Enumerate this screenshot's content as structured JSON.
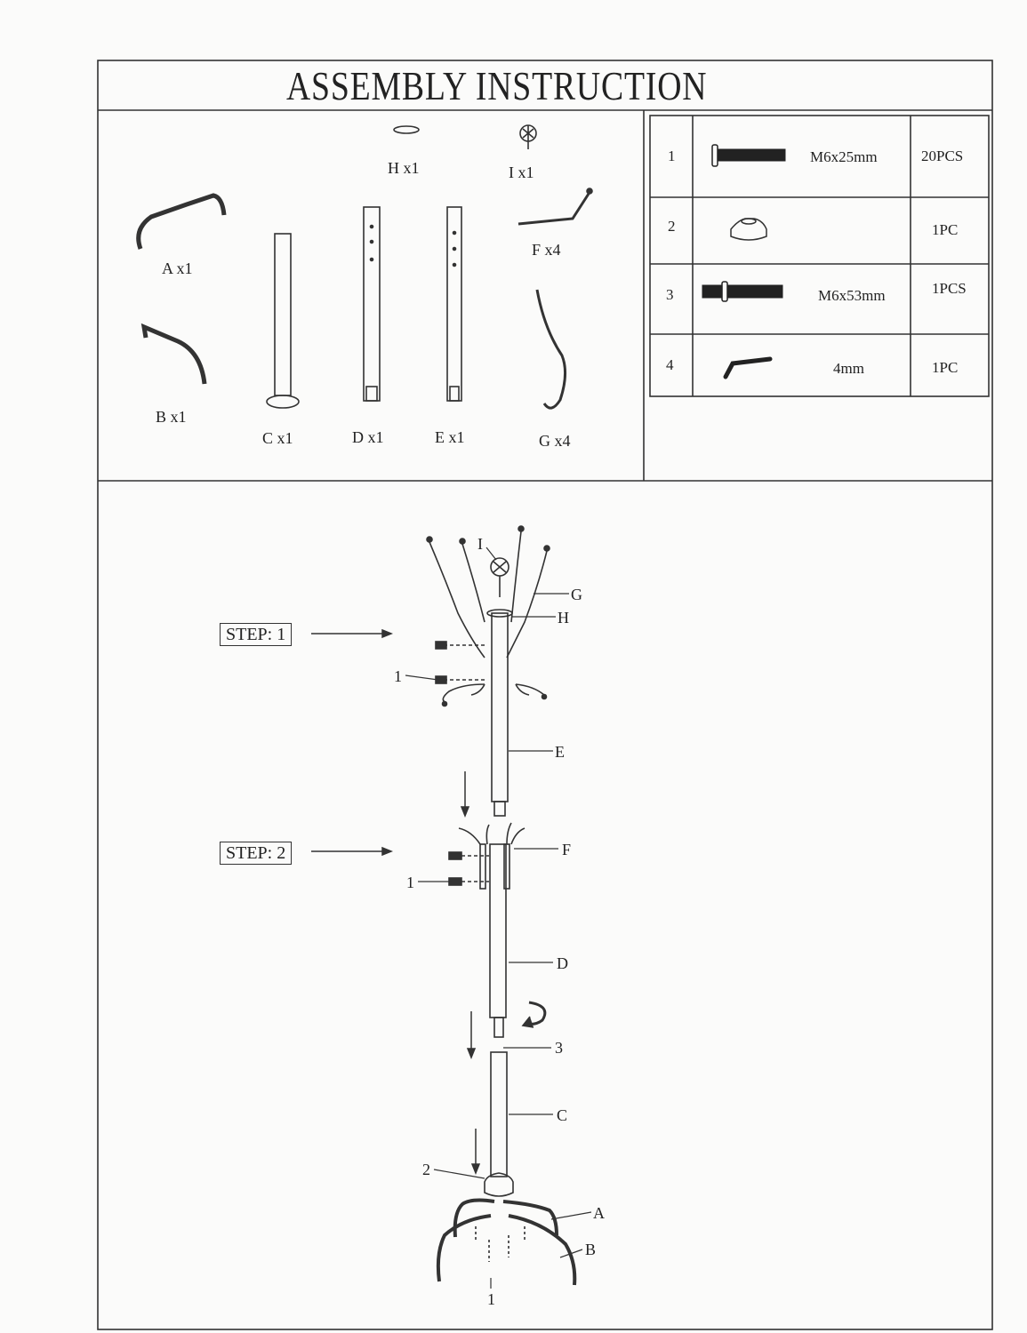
{
  "title": "ASSEMBLY   INSTRUCTION",
  "parts": [
    {
      "id": "A",
      "label": "A  x1"
    },
    {
      "id": "B",
      "label": "B  x1"
    },
    {
      "id": "C",
      "label": "C  x1"
    },
    {
      "id": "D",
      "label": "D  x1"
    },
    {
      "id": "E",
      "label": "E  x1"
    },
    {
      "id": "F",
      "label": "F  x4"
    },
    {
      "id": "G",
      "label": "G  x4"
    },
    {
      "id": "H",
      "label": "H  x1"
    },
    {
      "id": "I",
      "label": "I  x1"
    }
  ],
  "hardware": [
    {
      "num": "1",
      "spec": "M6x25mm",
      "qty": "20PCS"
    },
    {
      "num": "2",
      "spec": "",
      "qty": "1PC"
    },
    {
      "num": "3",
      "spec": "M6x53mm",
      "qty": "1PCS"
    },
    {
      "num": "4",
      "spec": "4mm",
      "qty": "1PC"
    }
  ],
  "steps": [
    {
      "label": "STEP: 1"
    },
    {
      "label": "STEP: 2"
    }
  ],
  "callouts": [
    "I",
    "G",
    "H",
    "1",
    "E",
    "F",
    "1",
    "D",
    "3",
    "C",
    "2",
    "A",
    "B",
    "1"
  ]
}
